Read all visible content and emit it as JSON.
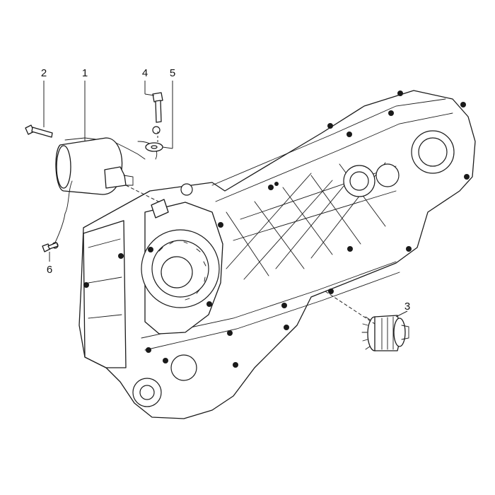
{
  "diagram": {
    "callouts": [
      {
        "id": "1",
        "label": "1"
      },
      {
        "id": "2",
        "label": "2"
      },
      {
        "id": "3",
        "label": "3"
      },
      {
        "id": "4",
        "label": "4"
      },
      {
        "id": "5",
        "label": "5"
      },
      {
        "id": "6",
        "label": "6"
      }
    ],
    "parts": [
      {
        "id": "1",
        "icon": "starter-motor-icon"
      },
      {
        "id": "2",
        "icon": "bolt-icon"
      },
      {
        "id": "3",
        "icon": "starter-pinion-gear-icon"
      },
      {
        "id": "4",
        "icon": "bolt-icon"
      },
      {
        "id": "5",
        "icon": "washer-icon"
      },
      {
        "id": "6",
        "icon": "screw-icon"
      }
    ],
    "line_color": "#1a1a1a",
    "background": "#ffffff"
  }
}
